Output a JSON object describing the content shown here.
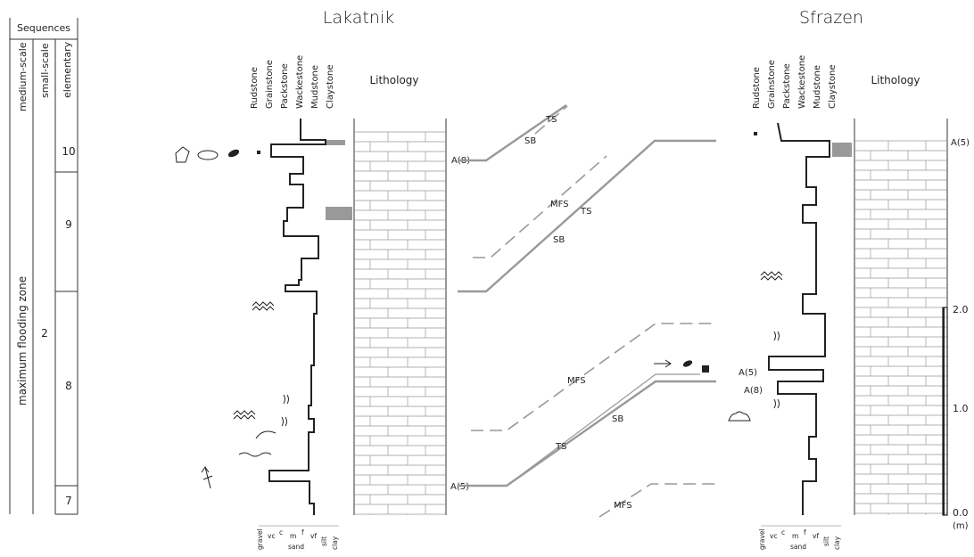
{
  "sections": {
    "left": {
      "title": "Lakatnik"
    },
    "right": {
      "title": "Sfrazen"
    }
  },
  "sequences": {
    "header": "Sequences",
    "columns": [
      "medium-scale",
      "small-scale",
      "elementary"
    ],
    "medium_scale_label": "maximum flooding zone",
    "small_scale_label": "2",
    "elementary_labels": [
      "10",
      "9",
      "8",
      "7"
    ]
  },
  "texture_columns": [
    "Rudstone",
    "Grainstone",
    "Packstone",
    "Wackestone",
    "Mudstone",
    "Claystone"
  ],
  "lithology_header": "Lithology",
  "grain_scale": {
    "labels": [
      "gravel",
      "vc",
      "c",
      "m",
      "f",
      "vf",
      "silt",
      "clay"
    ],
    "sand_label": "sand"
  },
  "surfaces": {
    "left": [
      "A(8)",
      "A(5)"
    ],
    "right": [
      "A(5)",
      "A(5)",
      "A(8)"
    ]
  },
  "correlation_labels": [
    "TS",
    "SB",
    "MFS",
    "TS",
    "SB",
    "MFS",
    "TS",
    "SB",
    "MFS"
  ],
  "scale_bar": {
    "ticks": [
      "2.0",
      "1.0",
      "0.0"
    ],
    "unit": "(m)"
  },
  "colors": {
    "correlation_line": "#999999",
    "ink": "#222222",
    "grey_fill": "#999999"
  }
}
